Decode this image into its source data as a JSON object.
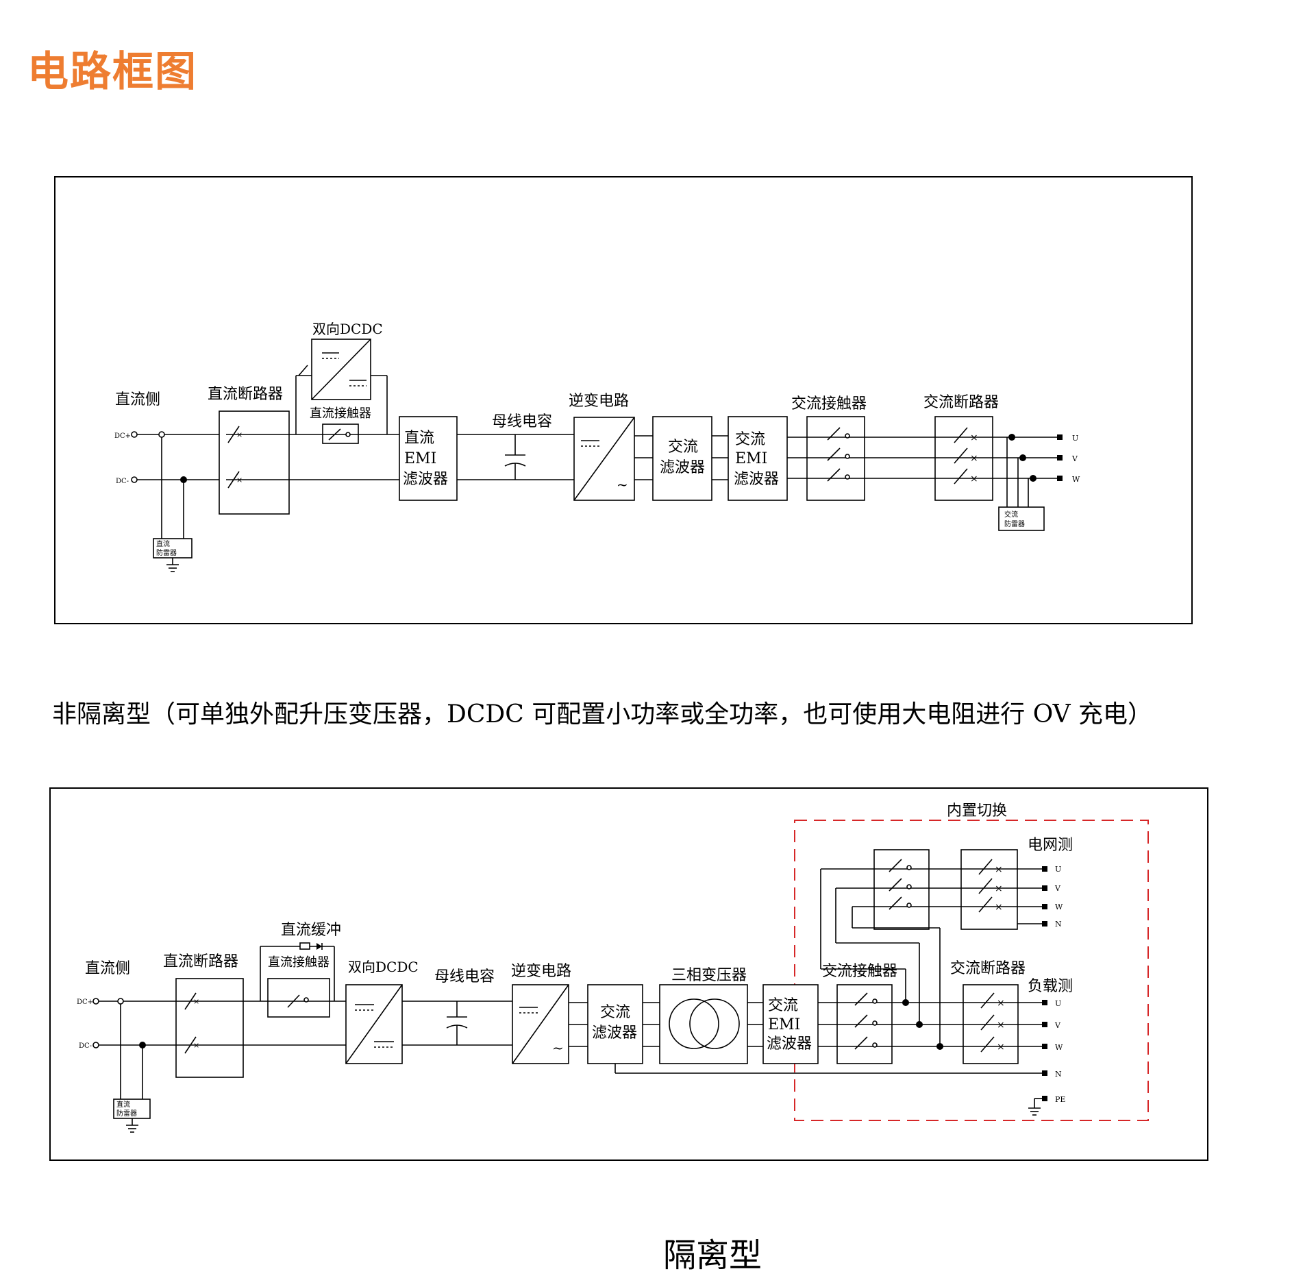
{
  "page_title": "电路框图",
  "diagram1": {
    "labels": {
      "dc_side": "直流侧",
      "dc_plus": "DC+",
      "dc_minus": "DC-",
      "dc_breaker": "直流断路器",
      "bidir_dcdc": "双向DCDC",
      "dc_contactor": "直流接触器",
      "dc_emi_1": "直流",
      "dc_emi_2": "EMI",
      "dc_emi_3": "滤波器",
      "bus_cap": "母线电容",
      "inverter": "逆变电路",
      "ac_filter_1": "交流",
      "ac_filter_2": "滤波器",
      "ac_emi_1": "交流",
      "ac_emi_2": "EMI",
      "ac_emi_3": "滤波器",
      "ac_contactor": "交流接触器",
      "ac_breaker": "交流断路器",
      "dc_spd_1": "直流",
      "dc_spd_2": "防雷器",
      "ac_spd_1": "交流",
      "ac_spd_2": "防雷器",
      "u": "U",
      "v": "V",
      "w": "W"
    }
  },
  "caption_1": "非隔离型（可单独外配升压变压器，DCDC 可配置小功率或全功率，也可使用大电阻进行 OV 充电）",
  "diagram2": {
    "labels": {
      "internal_switch": "内置切换",
      "grid_side": "电网测",
      "load_side": "负载测",
      "dc_side": "直流侧",
      "dc_plus": "DC+",
      "dc_minus": "DC-",
      "dc_breaker": "直流断路器",
      "dc_buffer": "直流缓冲",
      "dc_contactor": "直流接触器",
      "bidir_dcdc": "双向DCDC",
      "bus_cap": "母线电容",
      "inverter": "逆变电路",
      "ac_filter_1": "交流",
      "ac_filter_2": "滤波器",
      "transformer": "三相变压器",
      "ac_emi_1": "交流",
      "ac_emi_2": "EMI",
      "ac_emi_3": "滤波器",
      "ac_contactor": "交流接触器",
      "ac_breaker": "交流断路器",
      "dc_spd_1": "直流",
      "dc_spd_2": "防雷器",
      "u": "U",
      "v": "V",
      "w": "W",
      "n": "N",
      "pe": "PE"
    }
  },
  "caption_2": "隔离型"
}
